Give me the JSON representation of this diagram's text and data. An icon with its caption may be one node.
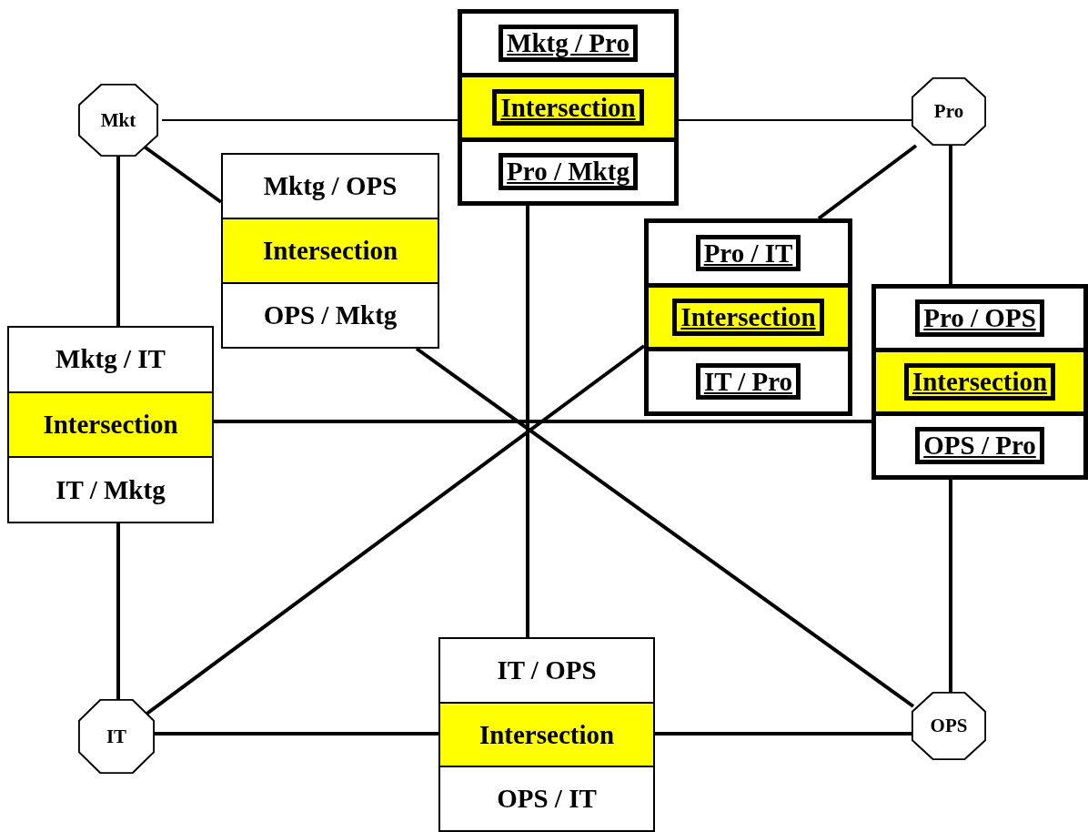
{
  "diagram": {
    "nodes": [
      {
        "text": [
          "Mktg / Pro",
          "Intersection",
          "Pro / Mktg"
        ]
      },
      {
        "text": [
          "Mkt"
        ]
      },
      {
        "text": [
          "Pro"
        ]
      },
      {
        "text": [
          "Mktg / OPS",
          "Intersection",
          "OPS / Mktg"
        ]
      },
      {
        "text": [
          "Pro / IT",
          "Intersection",
          "IT / Pro"
        ]
      },
      {
        "text": [
          "Mktg / IT",
          "Intersection",
          "IT / Mktg"
        ]
      },
      {
        "text": [
          "Pro / OPS",
          "Intersection",
          "OPS / Pro"
        ]
      },
      {
        "text": [
          "IT / OPS",
          "Intersection",
          "OPS / IT"
        ]
      },
      {
        "text": [
          "IT"
        ]
      },
      {
        "text": [
          "OPS"
        ]
      }
    ],
    "edges": [
      {
        "from": 1,
        "to": 0,
        "arrow": "none"
      },
      {
        "from": 0,
        "to": 2,
        "arrow": "none"
      },
      {
        "from": 1,
        "to": 5,
        "arrow": "none"
      },
      {
        "from": 5,
        "to": 8,
        "arrow": "none"
      },
      {
        "from": 2,
        "to": 6,
        "arrow": "none"
      },
      {
        "from": 6,
        "to": 9,
        "arrow": "none"
      },
      {
        "from": 8,
        "to": 7,
        "arrow": "none"
      },
      {
        "from": 7,
        "to": 9,
        "arrow": "none"
      },
      {
        "from": 1,
        "to": 3,
        "arrow": "none"
      },
      {
        "from": 3,
        "to": 9,
        "arrow": "none"
      },
      {
        "from": 2,
        "to": 4,
        "arrow": "none"
      },
      {
        "from": 4,
        "to": 8,
        "arrow": "none"
      },
      {
        "from": 0,
        "to": 7,
        "arrow": "none"
      },
      {
        "from": 5,
        "to": 6,
        "arrow": "none"
      }
    ]
  }
}
